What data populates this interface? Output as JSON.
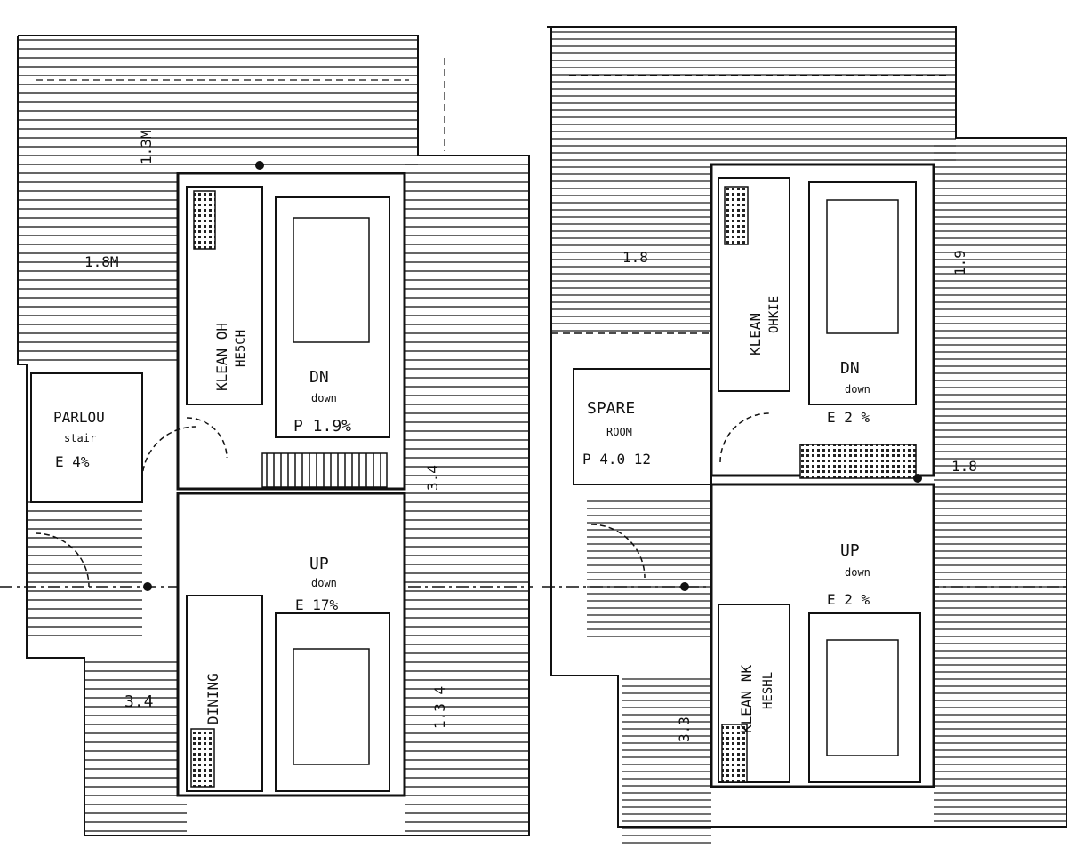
{
  "plan": {
    "colors": {
      "line": "#111111",
      "paper": "#ffffff"
    },
    "rooms": [
      {
        "id": "left-stair-up",
        "title": "1.3M",
        "sub": "",
        "area": ""
      },
      {
        "id": "left-dim-top",
        "title": "1.8M",
        "sub": "",
        "area": ""
      },
      {
        "id": "left-master-bed",
        "title": "DN",
        "sub": "down",
        "area": "P 1.9%"
      },
      {
        "id": "left-bedroom",
        "title": "KLEAN OH",
        "sub": "HE5CH",
        "area": ""
      },
      {
        "id": "left-parlour",
        "title": "PARLOU",
        "sub": "stair",
        "area": "E 4%"
      },
      {
        "id": "left-up",
        "title": "UP",
        "sub": "",
        "area": ""
      },
      {
        "id": "left-lower-label",
        "title": "UP",
        "sub": "down",
        "area": "E 17%"
      },
      {
        "id": "left-dining",
        "title": "DINING",
        "sub": "",
        "area": ""
      },
      {
        "id": "left-bottom-dim",
        "title": "3.4",
        "sub": "",
        "area": ""
      },
      {
        "id": "left-right-dim",
        "title": "1.3 4",
        "sub": "",
        "area": ""
      },
      {
        "id": "left-side-dim",
        "title": "3.4",
        "sub": "",
        "area": ""
      },
      {
        "id": "right-stair",
        "title": "1.8",
        "sub": "",
        "area": ""
      },
      {
        "id": "right-master-bed",
        "title": "DN",
        "sub": "down",
        "area": "E 2 %"
      },
      {
        "id": "right-bedroom",
        "title": "KLEAN",
        "sub": "OHKIE",
        "area": ""
      },
      {
        "id": "right-spare",
        "title": "SPARE",
        "sub": "ROOM",
        "area": "P 4.0 12"
      },
      {
        "id": "right-up",
        "title": "UP",
        "sub": "down",
        "area": "E 2 %"
      },
      {
        "id": "right-lower-bed",
        "title": "KLEAN NK",
        "sub": "HESHL",
        "area": ""
      },
      {
        "id": "right-dim-a",
        "title": "3.3",
        "sub": "",
        "area": ""
      },
      {
        "id": "right-dim-b",
        "title": "1.9",
        "sub": "",
        "area": ""
      },
      {
        "id": "right-dim-c",
        "title": "1.8",
        "sub": "",
        "area": ""
      }
    ]
  }
}
